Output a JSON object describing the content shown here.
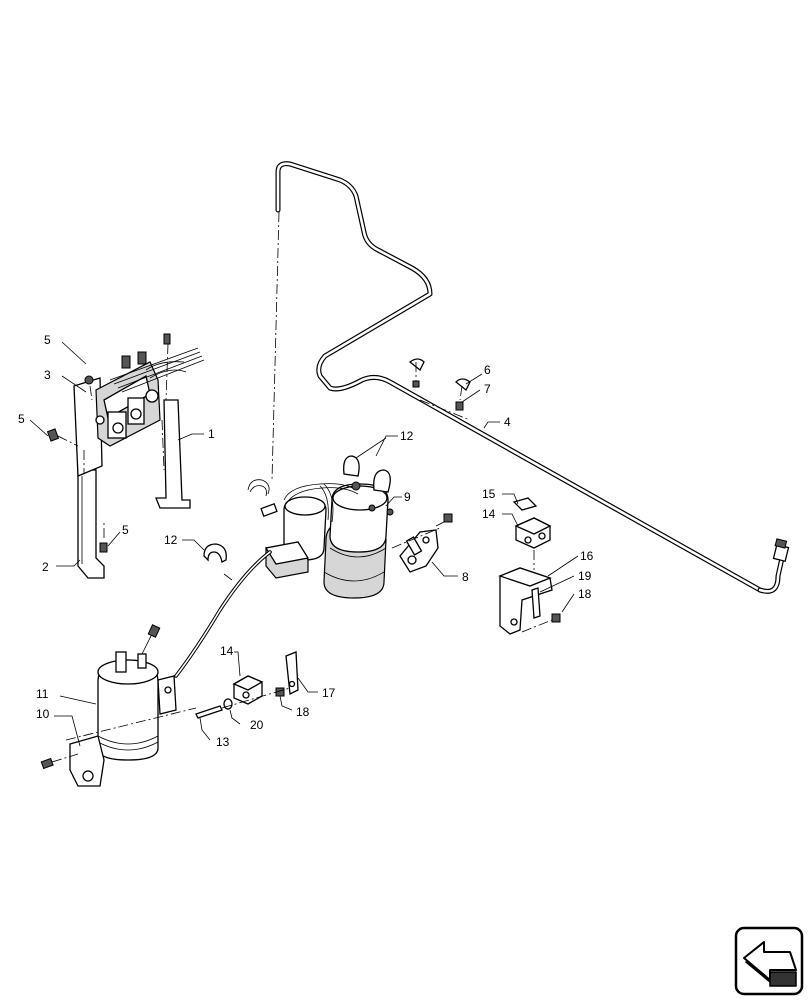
{
  "callouts": {
    "c1": "1",
    "c2": "2",
    "c3": "3",
    "c4": "4",
    "c5a": "5",
    "c5b": "5",
    "c5c": "5",
    "c6": "6",
    "c7": "7",
    "c8": "8",
    "c9": "9",
    "c10": "10",
    "c11": "11",
    "c12a": "12",
    "c12b": "12",
    "c13": "13",
    "c14a": "14",
    "c14b": "14",
    "c15": "15",
    "c16": "16",
    "c17": "17",
    "c18a": "18",
    "c18b": "18",
    "c19": "19",
    "c20": "20"
  },
  "nav_icon": "previous-page-arrow-icon"
}
